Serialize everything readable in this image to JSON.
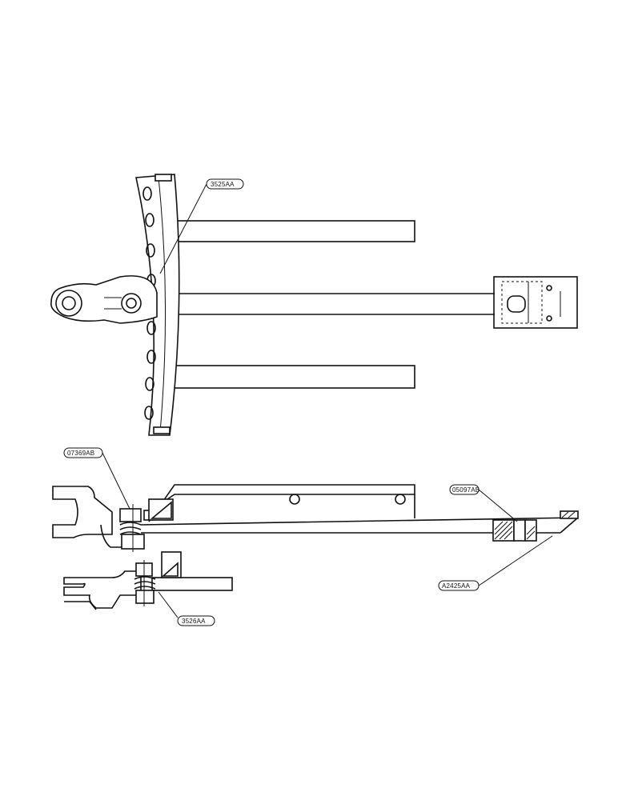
{
  "part_labels": {
    "top_clip": "3525AA",
    "left_bolt": "07369AB",
    "right_top": "05097AB",
    "right_bottom": "A2425AA",
    "lower_clip": "3526AA"
  }
}
